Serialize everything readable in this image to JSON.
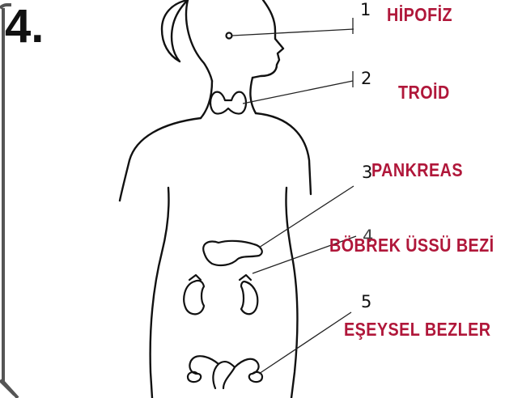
{
  "question_number": "4.",
  "labels": [
    {
      "number": "1",
      "name": "HİPOFİZ"
    },
    {
      "number": "2",
      "name": "TROİD"
    },
    {
      "number": "3",
      "name": "PANKREAS"
    },
    {
      "number": "4",
      "name": "BÖBREK ÜSSÜ BEZİ"
    },
    {
      "number": "5",
      "name": "EŞEYSEL BEZLER"
    }
  ],
  "colors": {
    "label": "#b0173a",
    "ink": "#111111",
    "frame": "#555555"
  }
}
